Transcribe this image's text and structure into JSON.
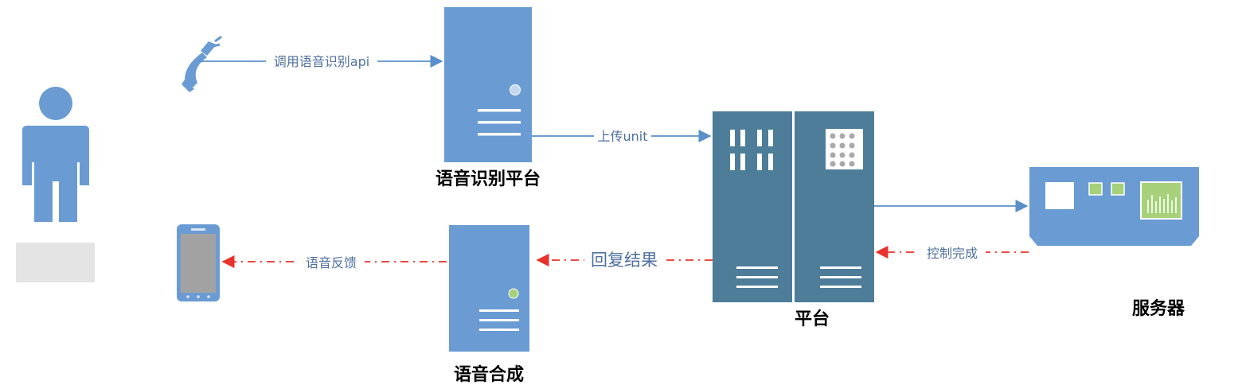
{
  "nodes": {
    "recognition_platform": "语音识别平台",
    "platform": "平台",
    "server": "服务器",
    "synthesis": "语音合成"
  },
  "edges": {
    "call_api": "调用语音识别api",
    "upload": "上传unit",
    "control_done": "控制完成",
    "reply_result": "回复结果",
    "voice_feedback": "语音反馈"
  },
  "colors": {
    "server_blue": "#6a9bd2",
    "platform_teal": "#4d7d99",
    "arrow_blue": "#5b8fc9",
    "arrow_red": "#e8322b",
    "green_accent": "#a6d07a",
    "placeholder_gray": "#e4e4e4"
  },
  "icons": [
    "person-icon",
    "phone-handset-icon",
    "smartphone-icon",
    "server-tower-icon",
    "rack-cabinet-icon",
    "server-box-icon"
  ]
}
